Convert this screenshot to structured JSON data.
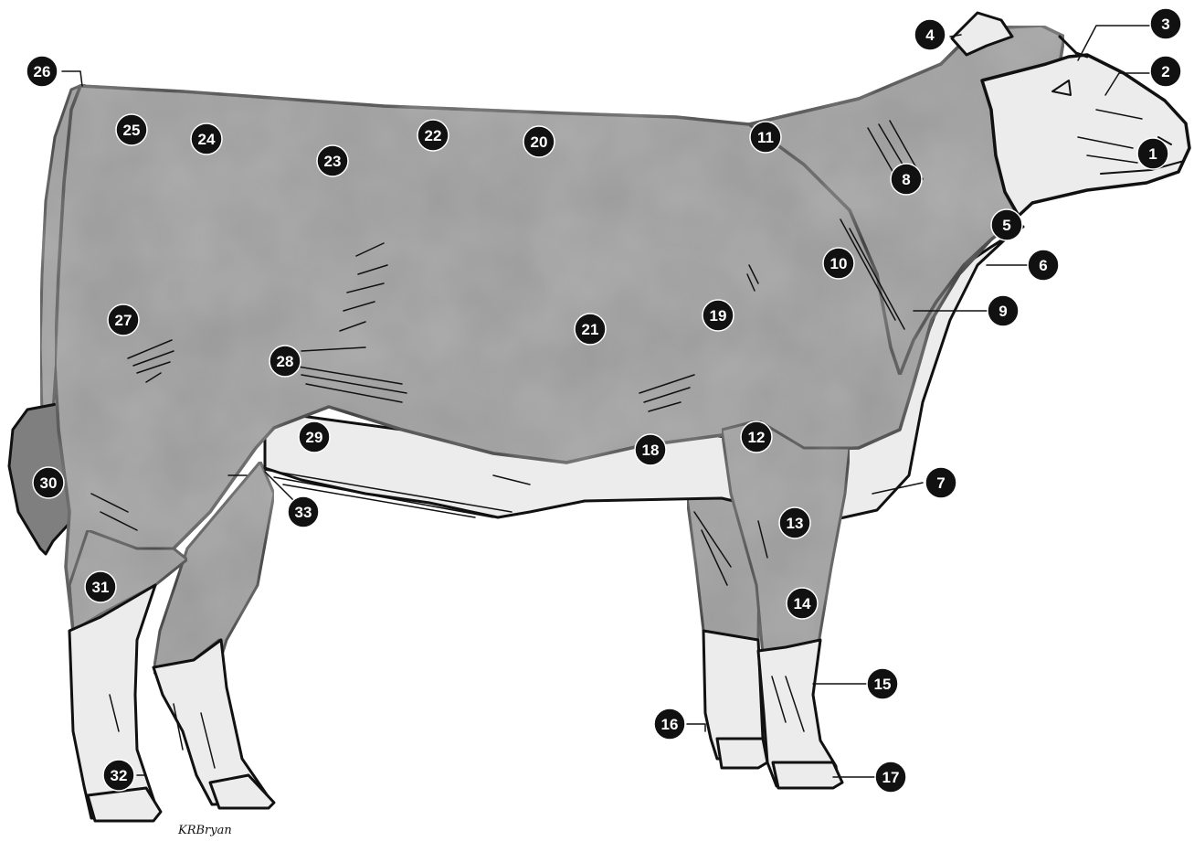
{
  "diagram": {
    "colors": {
      "hide": "#9a9a9a",
      "hide_dark": "#7f7f7f",
      "white_marking": "#ececec",
      "outline": "#111111",
      "badge_fill": "#111111",
      "badge_text": "#ffffff"
    },
    "labels": [
      {
        "id": "1",
        "text": "1"
      },
      {
        "id": "2",
        "text": "2"
      },
      {
        "id": "3",
        "text": "3"
      },
      {
        "id": "4",
        "text": "4"
      },
      {
        "id": "5",
        "text": "5"
      },
      {
        "id": "6",
        "text": "6"
      },
      {
        "id": "7",
        "text": "7"
      },
      {
        "id": "8",
        "text": "8"
      },
      {
        "id": "9",
        "text": "9"
      },
      {
        "id": "10",
        "text": "10"
      },
      {
        "id": "11",
        "text": "11"
      },
      {
        "id": "12",
        "text": "12"
      },
      {
        "id": "13",
        "text": "13"
      },
      {
        "id": "14",
        "text": "14"
      },
      {
        "id": "15",
        "text": "15"
      },
      {
        "id": "16",
        "text": "16"
      },
      {
        "id": "17",
        "text": "17"
      },
      {
        "id": "18",
        "text": "18"
      },
      {
        "id": "19",
        "text": "19"
      },
      {
        "id": "20",
        "text": "20"
      },
      {
        "id": "21",
        "text": "21"
      },
      {
        "id": "22",
        "text": "22"
      },
      {
        "id": "23",
        "text": "23"
      },
      {
        "id": "24",
        "text": "24"
      },
      {
        "id": "25",
        "text": "25"
      },
      {
        "id": "26",
        "text": "26"
      },
      {
        "id": "27",
        "text": "27"
      },
      {
        "id": "28",
        "text": "28"
      },
      {
        "id": "29",
        "text": "29"
      },
      {
        "id": "30",
        "text": "30"
      },
      {
        "id": "31",
        "text": "31"
      },
      {
        "id": "32",
        "text": "32"
      },
      {
        "id": "33",
        "text": "33"
      }
    ],
    "signature": "KRBryan"
  }
}
